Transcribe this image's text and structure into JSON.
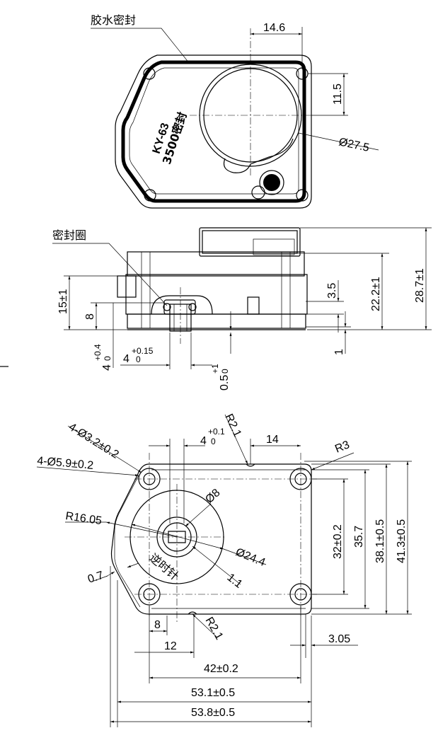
{
  "labels": {
    "glue_seal": "胶水密封",
    "seal_ring": "密封圈",
    "model": "KY-63",
    "model_sub": "3500密封",
    "dial_text": "逆时针"
  },
  "dims": {
    "d_14_6": "14.6",
    "d_11_5": "11.5",
    "d_dia27_5": "Ø27.5",
    "d_15": "15±1",
    "d_8a": "8",
    "d_4a": "4",
    "d_4a_up": "+0.4",
    "d_4a_lo": "0",
    "d_4b": "4",
    "d_4b_up": "+0.15",
    "d_4b_lo": "0",
    "d_05": "0.5",
    "d_05_up": "+1",
    "d_05_lo": "0",
    "d_3_5": "3.5",
    "d_22_2": "22.2±1",
    "d_28_7": "28.7±1",
    "d_1": "1",
    "d_4_32": "4-Ø3.2±0.2",
    "d_4_59": "4-Ø5.9±0.2",
    "d_r21a": "R2.1",
    "d_4c": "4",
    "d_4c_up": "+0.1",
    "d_4c_lo": "0",
    "d_14": "14",
    "d_r3": "R3",
    "d_dia8": "Ø8",
    "d_r16": "R16.05",
    "d_dia24": "Ø24.4",
    "d_1_1": "1.1",
    "d_0_7": "0.7",
    "d_32": "32±0.2",
    "d_35_7": "35.7",
    "d_38_1": "38.1±0.5",
    "d_41_3": "41.3±0.5",
    "d_8b": "8",
    "d_r21b": "R2.1",
    "d_12": "12",
    "d_3_05": "3.05",
    "d_42": "42±0.2",
    "d_53_1": "53.1±0.5",
    "d_53_8": "53.8±0.5"
  }
}
